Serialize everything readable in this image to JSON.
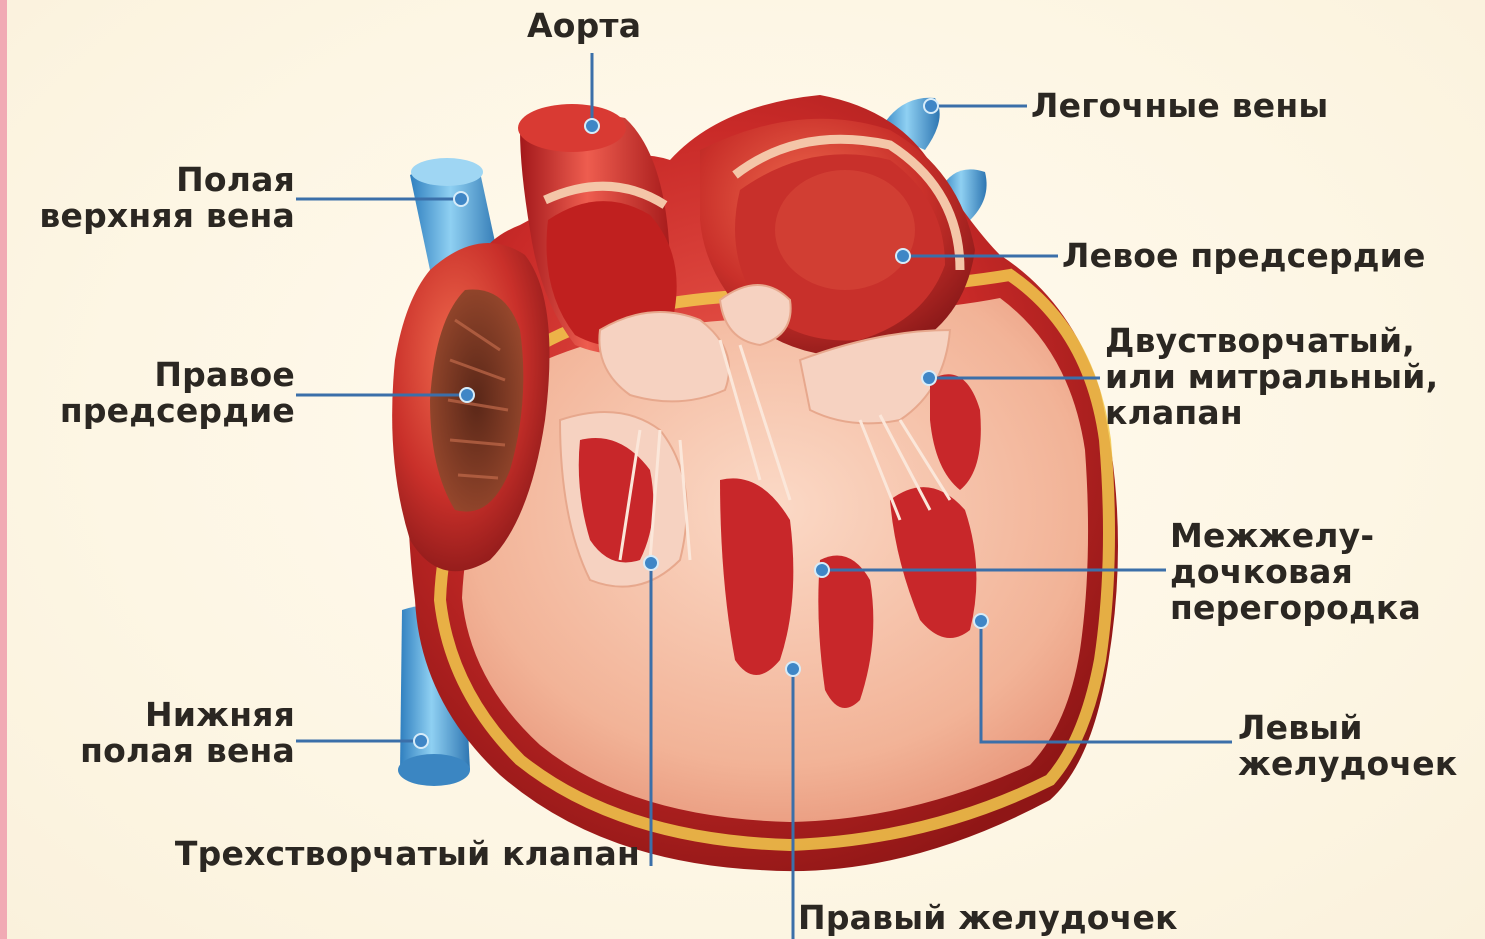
{
  "colors": {
    "background": "#fdf6e4",
    "left_accent": "#f1aab4",
    "label_text": "#2b2722",
    "leader_line": "#3b6fa9",
    "leader_dot": "#3f86c6",
    "muscle_red": "#c8262a",
    "vein_blue": "#4a98d0",
    "fat_yellow": "#f2c94c"
  },
  "labels": {
    "aorta": [
      "Аорта"
    ],
    "pulmonary_veins": [
      "Легочные вены"
    ],
    "superior_vena_cava": [
      "Полая",
      "верхняя вена"
    ],
    "left_atrium": [
      "Левое предсердие"
    ],
    "right_atrium": [
      "Правое",
      "предсердие"
    ],
    "mitral_valve": [
      "Двустворчатый,",
      "или митральный,",
      "клапан"
    ],
    "septum": [
      "Межжелу-",
      "дочковая",
      "перегородка"
    ],
    "inferior_vena_cava": [
      "Нижняя",
      "полая вена"
    ],
    "left_ventricle": [
      "Левый",
      "желудочек"
    ],
    "tricuspid_valve": [
      "Трехстворчатый клапан"
    ],
    "right_ventricle": [
      "Правый желудочек"
    ]
  }
}
